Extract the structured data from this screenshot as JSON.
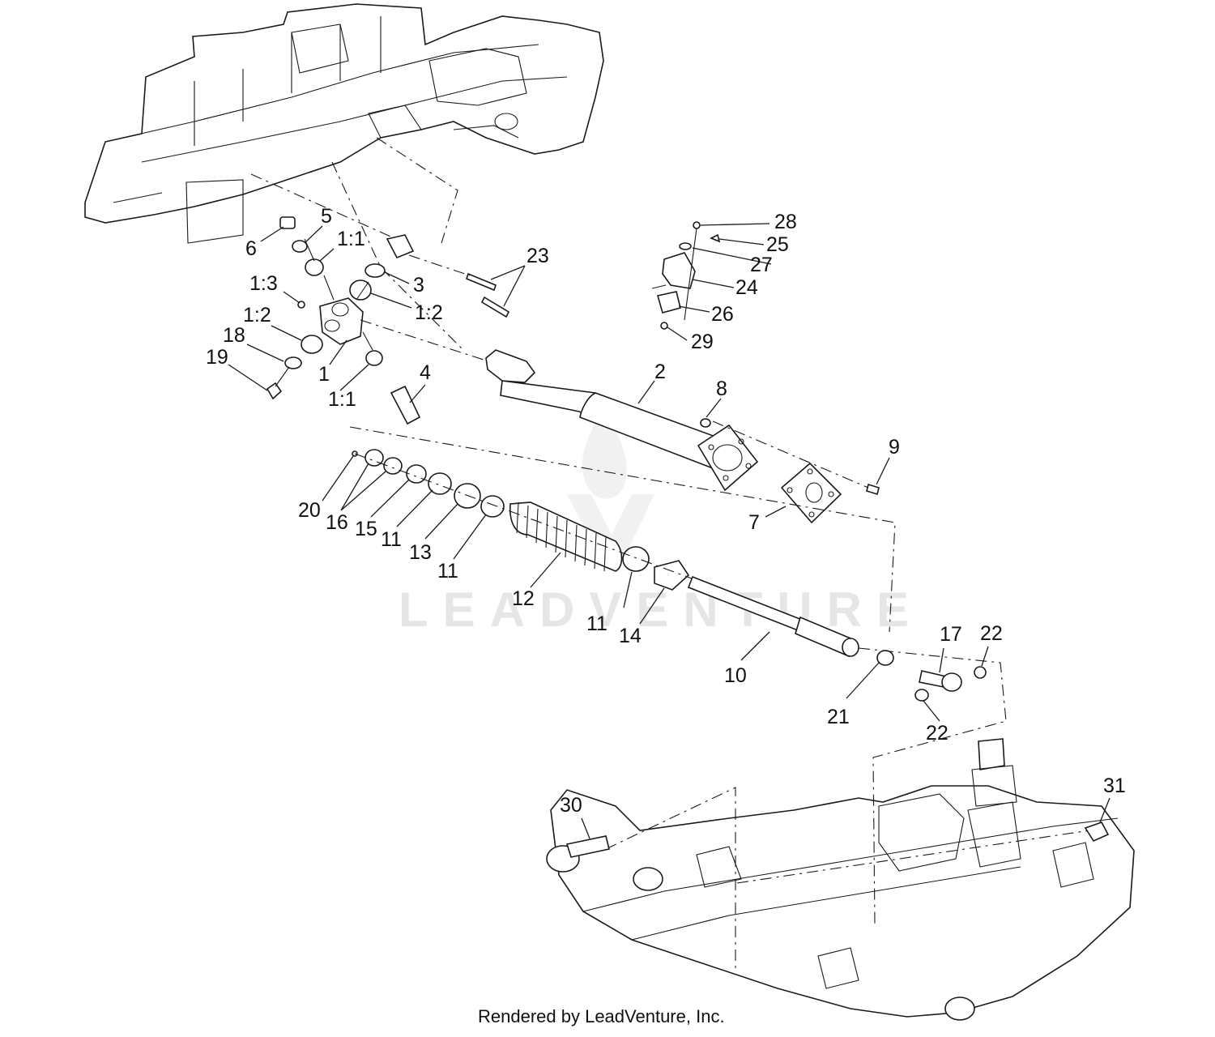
{
  "watermark": {
    "text": "LEADVENTURE"
  },
  "credit": {
    "text": "Rendered by LeadVenture, Inc."
  },
  "callouts": [
    {
      "id": "c-6",
      "label": "6"
    },
    {
      "id": "c-5",
      "label": "5"
    },
    {
      "id": "c-1-1a",
      "label": "1:1"
    },
    {
      "id": "c-1-3",
      "label": "1:3"
    },
    {
      "id": "c-3",
      "label": "3"
    },
    {
      "id": "c-1-2a",
      "label": "1:2"
    },
    {
      "id": "c-1-2b",
      "label": "1:2"
    },
    {
      "id": "c-18",
      "label": "18"
    },
    {
      "id": "c-19",
      "label": "19"
    },
    {
      "id": "c-1",
      "label": "1"
    },
    {
      "id": "c-1-1b",
      "label": "1:1"
    },
    {
      "id": "c-4",
      "label": "4"
    },
    {
      "id": "c-23",
      "label": "23"
    },
    {
      "id": "c-28",
      "label": "28"
    },
    {
      "id": "c-25",
      "label": "25"
    },
    {
      "id": "c-27",
      "label": "27"
    },
    {
      "id": "c-24",
      "label": "24"
    },
    {
      "id": "c-26",
      "label": "26"
    },
    {
      "id": "c-29",
      "label": "29"
    },
    {
      "id": "c-2",
      "label": "2"
    },
    {
      "id": "c-8",
      "label": "8"
    },
    {
      "id": "c-9",
      "label": "9"
    },
    {
      "id": "c-7",
      "label": "7"
    },
    {
      "id": "c-20",
      "label": "20"
    },
    {
      "id": "c-16",
      "label": "16"
    },
    {
      "id": "c-15",
      "label": "15"
    },
    {
      "id": "c-11a",
      "label": "11"
    },
    {
      "id": "c-13",
      "label": "13"
    },
    {
      "id": "c-11b",
      "label": "11"
    },
    {
      "id": "c-12",
      "label": "12"
    },
    {
      "id": "c-11c",
      "label": "11"
    },
    {
      "id": "c-14",
      "label": "14"
    },
    {
      "id": "c-10",
      "label": "10"
    },
    {
      "id": "c-17",
      "label": "17"
    },
    {
      "id": "c-22a",
      "label": "22"
    },
    {
      "id": "c-21",
      "label": "21"
    },
    {
      "id": "c-22b",
      "label": "22"
    },
    {
      "id": "c-30",
      "label": "30"
    },
    {
      "id": "c-31",
      "label": "31"
    }
  ]
}
